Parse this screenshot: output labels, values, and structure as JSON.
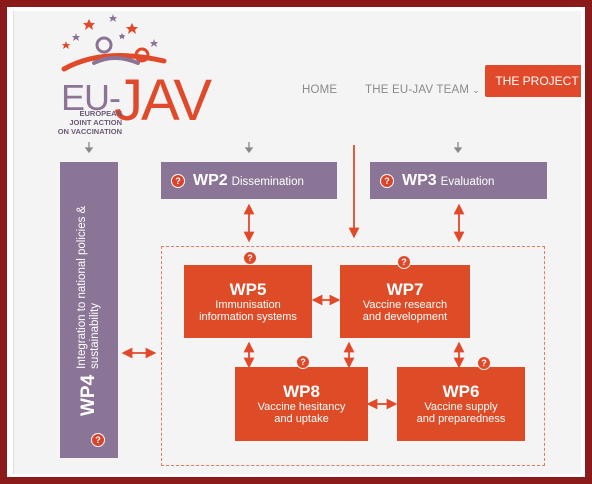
{
  "logo": {
    "eu": "EU-",
    "jav": "JAV",
    "subtitle_lines": [
      "EUROPEAN",
      "JOINT ACTION",
      "ON VACCINATION"
    ]
  },
  "nav": {
    "home": "HOME",
    "team": "THE EU-JAV TEAM",
    "project": "THE PROJECT"
  },
  "badge": "?",
  "wp2": {
    "title": "WP2",
    "desc": "Dissemination"
  },
  "wp3": {
    "title": "WP3",
    "desc": "Evaluation"
  },
  "wp4": {
    "title": "WP4",
    "desc": "Integration to national policies & sustainability"
  },
  "wp5": {
    "title": "WP5",
    "desc_line1": "Immunisation",
    "desc_line2": "information systems"
  },
  "wp7": {
    "title": "WP7",
    "desc_line1": "Vaccine research",
    "desc_line2": "and development"
  },
  "wp8": {
    "title": "WP8",
    "desc_line1": "Vaccine hesitancy",
    "desc_line2": "and uptake"
  },
  "wp6": {
    "title": "WP6",
    "desc_line1": "Vaccine supply",
    "desc_line2": "and preparedness"
  },
  "colors": {
    "orange": "#de4b27",
    "purple": "#8a7596",
    "frame": "#8b1a1a"
  }
}
